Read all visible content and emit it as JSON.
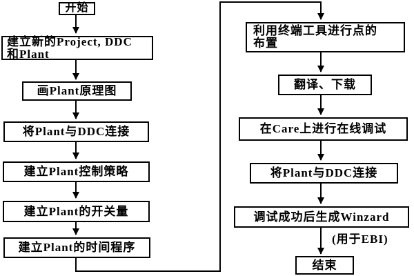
{
  "diagram": {
    "type": "flowchart",
    "colors": {
      "line": "#000000",
      "background": "#ffffff",
      "box_fill": "#ffffff",
      "text": "#000000"
    },
    "nodes": {
      "start": {
        "label": "开始"
      },
      "create_project": {
        "line1": "建立新的Project, DDC",
        "line2": "和Plant"
      },
      "draw_plant": {
        "label": "画Plant原理图"
      },
      "connect_plant_ddc": {
        "label": "将Plant与DDC连接"
      },
      "control_strategy": {
        "label": "建立Plant控制策略"
      },
      "switch_volume": {
        "label": "建立Plant的开关量"
      },
      "time_program": {
        "label": "建立Plant的时间程序"
      },
      "terminal_points": {
        "line1": "利用终端工具进行点的",
        "line2": "布置"
      },
      "translate_download": {
        "label": "翻译、下载"
      },
      "online_debug": {
        "label": "在Care上进行在线调试"
      },
      "connect_plant_ddc_2": {
        "label": "将Plant与DDC连接"
      },
      "generate_winzard": {
        "label": "调试成功后生成Winzard"
      },
      "winzard_note": {
        "label": "(用于EBI)"
      },
      "end": {
        "label": "结束"
      }
    },
    "flow_left_column": [
      "start",
      "create_project",
      "draw_plant",
      "connect_plant_ddc",
      "control_strategy",
      "switch_volume",
      "time_program"
    ],
    "flow_right_column": [
      "terminal_points",
      "translate_download",
      "online_debug",
      "connect_plant_ddc_2",
      "generate_winzard",
      "end"
    ]
  }
}
